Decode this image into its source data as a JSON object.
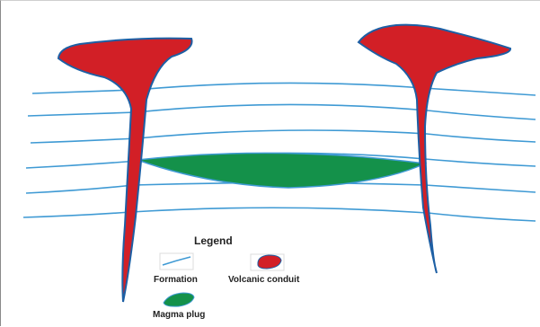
{
  "legend": {
    "title": "Legend",
    "items": [
      {
        "label": "Formation",
        "color": "#3f9ad4"
      },
      {
        "label": "Volcanic conduit",
        "color": "#d21f26"
      },
      {
        "label": "Magma plug",
        "color": "#14914a"
      }
    ]
  },
  "colors": {
    "formation_line": "#3f9ad4",
    "conduit_fill": "#d21f26",
    "conduit_outline": "#1d5fa4",
    "plug_fill": "#14914a",
    "plug_outline": "#3f9ad4"
  }
}
